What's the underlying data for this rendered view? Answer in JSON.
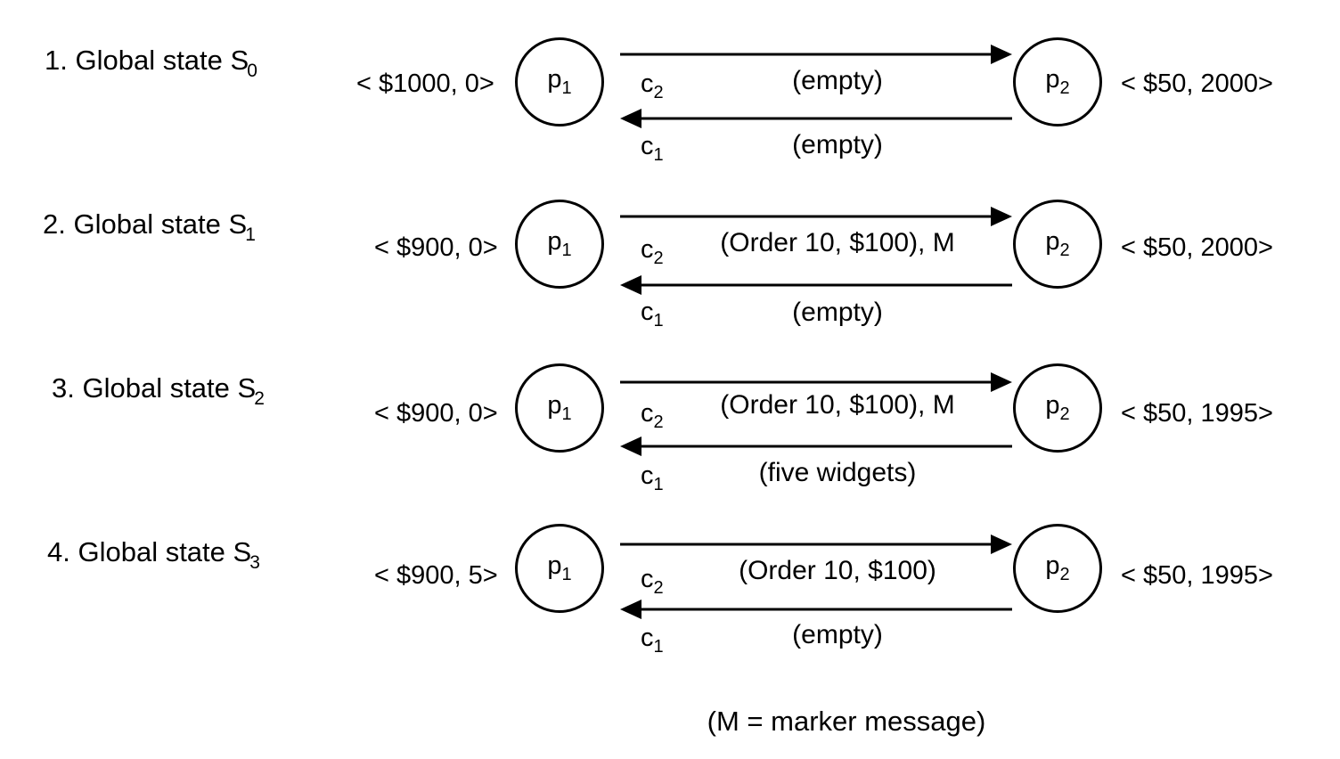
{
  "channel_symbol": "c",
  "process_symbol": "p",
  "rows": [
    {
      "title_prefix": "1.  Global state S",
      "title_sub": "0",
      "p1_state": "< $1000,  0>",
      "p2_state": "< $50,  2000>",
      "c2_msg": "(empty)",
      "c1_msg": "(empty)"
    },
    {
      "title_prefix": "2.  Global state S",
      "title_sub": "1",
      "p1_state": "< $900,  0>",
      "p2_state": "< $50,  2000>",
      "c2_msg": "(Order 10, $100), M",
      "c1_msg": "(empty)"
    },
    {
      "title_prefix": "3.  Global state S",
      "title_sub": "2",
      "p1_state": "< $900,  0>",
      "p2_state": "< $50,  1995>",
      "c2_msg": "(Order 10, $100), M",
      "c1_msg": "(five widgets)"
    },
    {
      "title_prefix": "4.  Global state S",
      "title_sub": "3",
      "p1_state": "< $900,  5>",
      "p2_state": "< $50,  1995>",
      "c2_msg": "(Order 10, $100)",
      "c1_msg": "(empty)"
    }
  ],
  "process_ids": [
    "1",
    "2"
  ],
  "channel_ids": [
    "2",
    "1"
  ],
  "legend": "(M = marker message)"
}
